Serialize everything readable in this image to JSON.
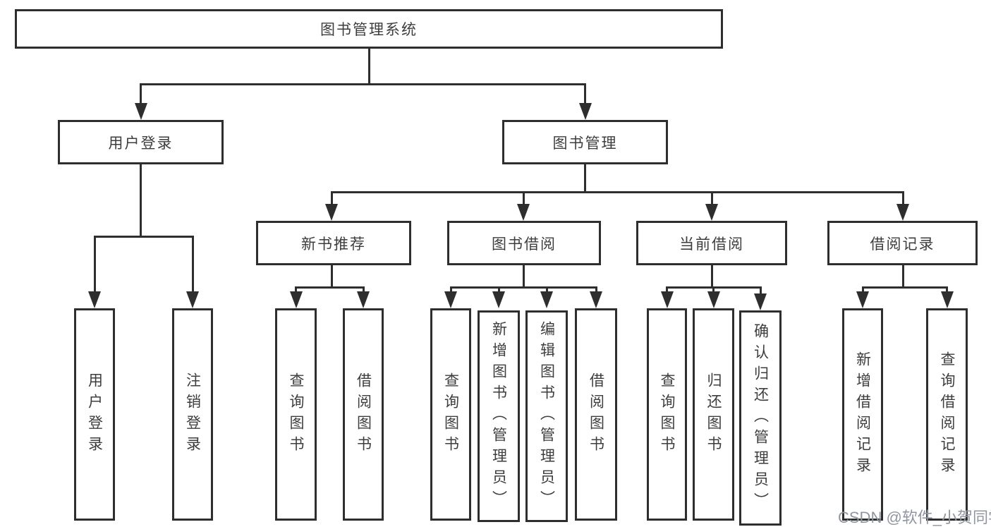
{
  "diagram": {
    "root": {
      "label": "图书管理系统"
    },
    "children": [
      {
        "label": "用户登录",
        "children": [
          {
            "label": "用户登录"
          },
          {
            "label": "注销登录"
          }
        ]
      },
      {
        "label": "图书管理",
        "children": [
          {
            "label": "新书推荐",
            "children": [
              {
                "label": "查询图书"
              },
              {
                "label": "借阅图书"
              }
            ]
          },
          {
            "label": "图书借阅",
            "children": [
              {
                "label": "查询图书"
              },
              {
                "label": "新增图书（管理员）"
              },
              {
                "label": "编辑图书（管理员）"
              },
              {
                "label": "借阅图书"
              }
            ]
          },
          {
            "label": "当前借阅",
            "children": [
              {
                "label": "查询图书"
              },
              {
                "label": "归还图书"
              },
              {
                "label": "确认归还（管理员）"
              }
            ]
          },
          {
            "label": "借阅记录",
            "children": [
              {
                "label": "新增借阅记录"
              },
              {
                "label": "查询借阅记录"
              }
            ]
          }
        ]
      }
    ]
  },
  "watermark": {
    "text": "CSDN @软件_小贺同学"
  },
  "colors": {
    "line": "#2e2e2e",
    "text": "#3d3d3d",
    "watermark": "#9096a0"
  }
}
